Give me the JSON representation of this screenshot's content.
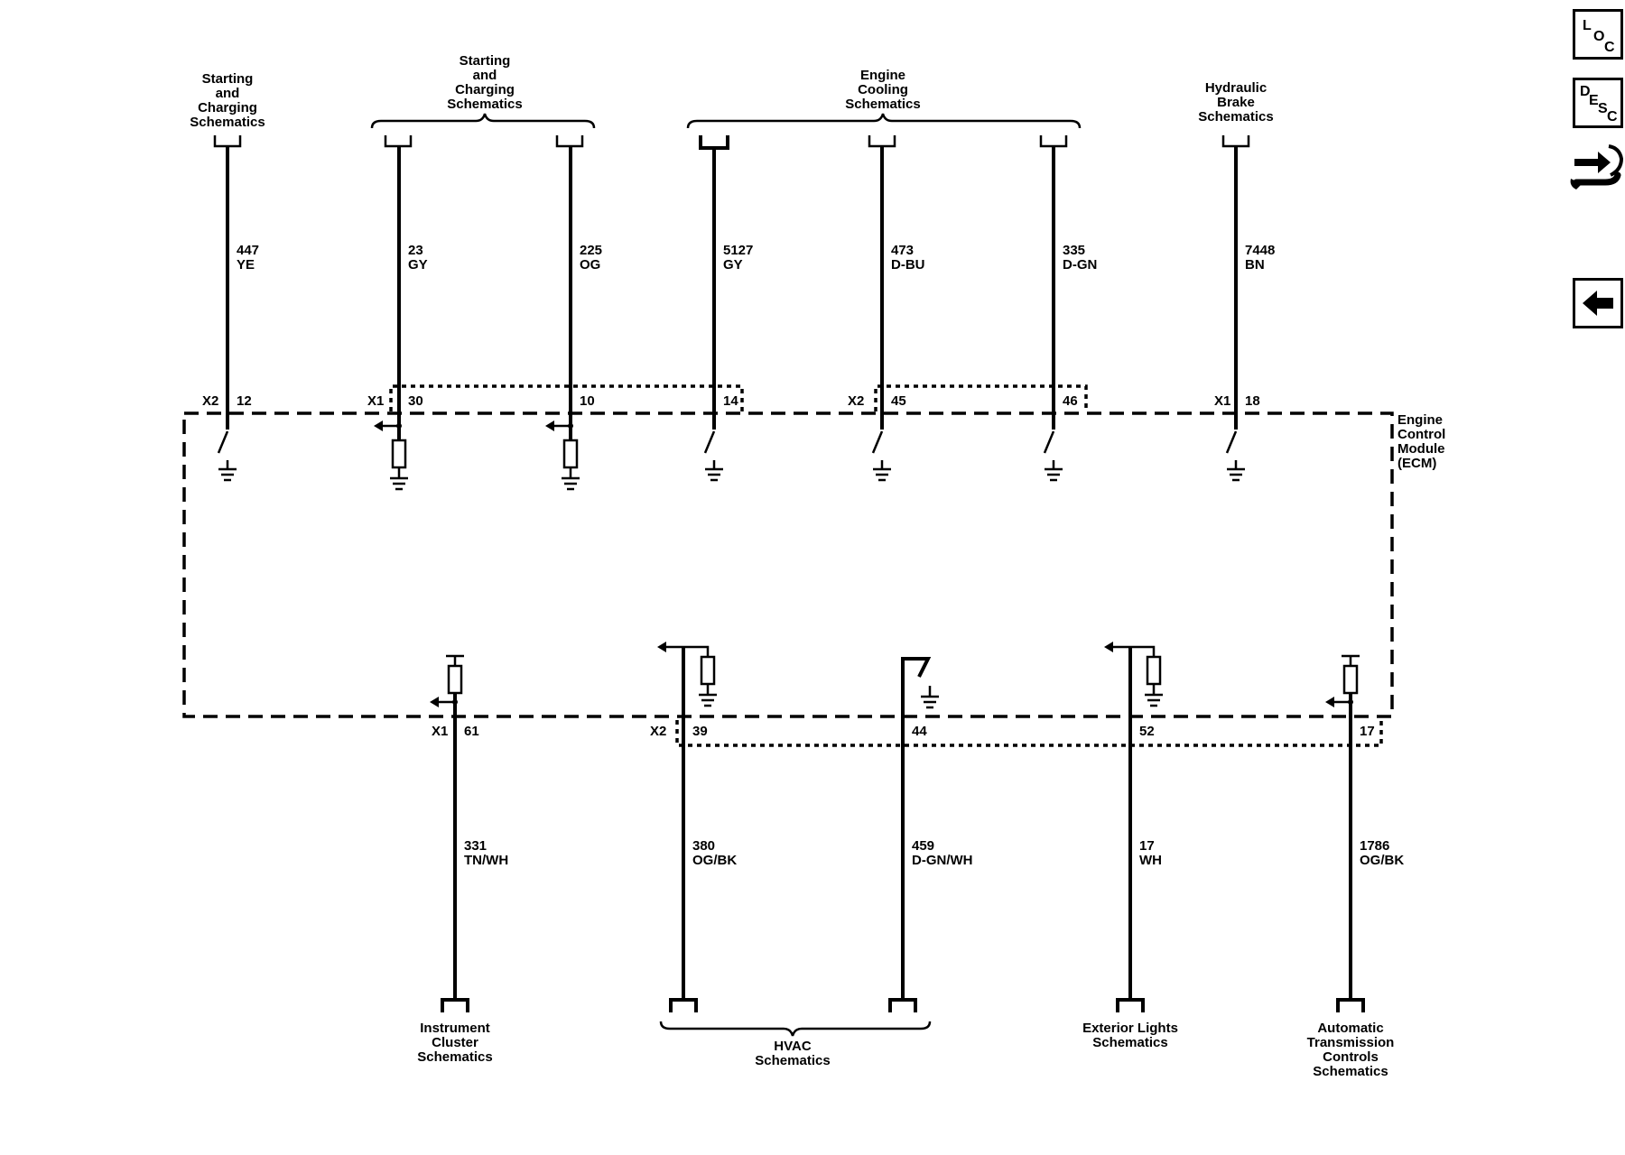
{
  "ecm_label": [
    "Engine",
    "Control",
    "Module",
    "(ECM)"
  ],
  "top_groups": {
    "starting_charging_single": [
      "Starting",
      "and",
      "Charging",
      "Schematics"
    ],
    "starting_charging_pair": [
      "Starting",
      "and",
      "Charging",
      "Schematics"
    ],
    "engine_cooling": [
      "Engine",
      "Cooling",
      "Schematics"
    ],
    "hydraulic_brake": [
      "Hydraulic",
      "Brake",
      "Schematics"
    ]
  },
  "bottom_groups": {
    "instrument_cluster": [
      "Instrument",
      "Cluster",
      "Schematics"
    ],
    "hvac": [
      "HVAC",
      "Schematics"
    ],
    "exterior_lights": [
      "Exterior Lights",
      "Schematics"
    ],
    "automatic_transmission": [
      "Automatic",
      "Transmission",
      "Controls",
      "Schematics"
    ]
  },
  "top_wires": [
    {
      "circuit": "447",
      "color": "YE",
      "connector": "X2",
      "pin": "12"
    },
    {
      "circuit": "23",
      "color": "GY",
      "connector": "X1",
      "pin": "30"
    },
    {
      "circuit": "225",
      "color": "OG",
      "connector": "",
      "pin": "10"
    },
    {
      "circuit": "5127",
      "color": "GY",
      "connector": "",
      "pin": "14"
    },
    {
      "circuit": "473",
      "color": "D-BU",
      "connector": "X2",
      "pin": "45"
    },
    {
      "circuit": "335",
      "color": "D-GN",
      "connector": "",
      "pin": "46"
    },
    {
      "circuit": "7448",
      "color": "BN",
      "connector": "X1",
      "pin": "18"
    }
  ],
  "bottom_wires": [
    {
      "circuit": "331",
      "color": "TN/WH",
      "connector": "X1",
      "pin": "61"
    },
    {
      "circuit": "380",
      "color": "OG/BK",
      "connector": "X2",
      "pin": "39"
    },
    {
      "circuit": "459",
      "color": "D-GN/WH",
      "connector": "",
      "pin": "44"
    },
    {
      "circuit": "17",
      "color": "WH",
      "connector": "",
      "pin": "52"
    },
    {
      "circuit": "1786",
      "color": "OG/BK",
      "connector": "",
      "pin": "17"
    }
  ],
  "side_buttons": {
    "loc": [
      "L",
      "O",
      "C"
    ],
    "desc": [
      "D",
      "E",
      "S",
      "C"
    ]
  }
}
